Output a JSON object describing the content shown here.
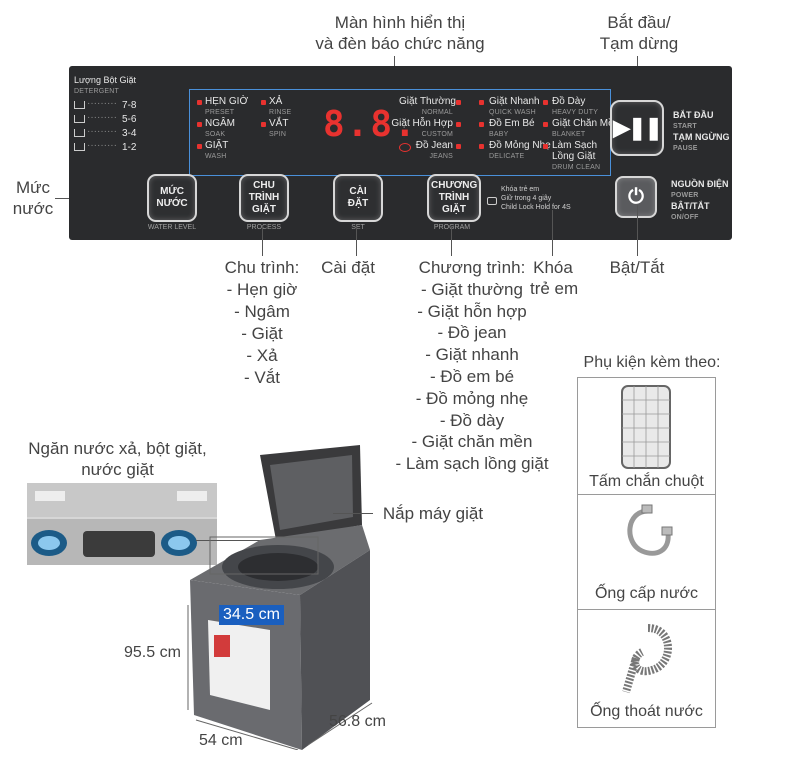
{
  "callouts": {
    "display": [
      "Màn hình hiển thị",
      "và đèn báo chức năng"
    ],
    "start_pause": [
      "Bắt đầu/",
      "Tạm dừng"
    ],
    "water_level": [
      "Mức",
      "nước"
    ],
    "cycle": [
      "Chu trình:",
      "- Hẹn giờ",
      "- Ngâm",
      "- Giặt",
      "- Xả",
      "- Vắt"
    ],
    "setting": "Cài đặt",
    "program": [
      "Chương trình:",
      "- Giặt thường",
      "- Giặt hỗn hợp",
      "- Đồ jean",
      "- Giặt nhanh",
      "- Đồ em bé",
      "- Đồ mỏng nhẹ",
      "- Đồ dày",
      "- Giặt chăn mền",
      "- Làm sạch lồng giặt"
    ],
    "child_lock": [
      "Khóa",
      "trẻ em"
    ],
    "power": "Bật/Tắt",
    "drawer": [
      "Ngăn nước xả, bột giặt,",
      "nước giặt"
    ],
    "lid": "Nắp máy giặt"
  },
  "panel": {
    "detergent": {
      "title": "Lượng Bột Giặt",
      "subtitle": "DETERGENT",
      "rows": [
        {
          "dots": "·········",
          "value": "7-8"
        },
        {
          "dots": "·········",
          "value": "5-6"
        },
        {
          "dots": "·········",
          "value": "3-4"
        },
        {
          "dots": "·········",
          "value": "1-2"
        }
      ]
    },
    "left_functions": [
      {
        "label": "HẸN GIỜ",
        "sub": "PRESET"
      },
      {
        "label": "NGÂM",
        "sub": "SOAK"
      },
      {
        "label": "GIẶT",
        "sub": "WASH"
      },
      {
        "label": "XẢ",
        "sub": "RINSE"
      },
      {
        "label": "VẮT",
        "sub": "SPIN"
      }
    ],
    "display_digits": "8.8.",
    "programs": [
      {
        "label": "Giặt Thường",
        "sub": "NORMAL"
      },
      {
        "label": "Giặt Hỗn Hợp",
        "sub": "CUSTOM"
      },
      {
        "label": "Đồ Jean",
        "sub": "JEANS"
      },
      {
        "label": "Giặt Nhanh",
        "sub": "QUICK WASH"
      },
      {
        "label": "Đồ Em Bé",
        "sub": "BABY"
      },
      {
        "label": "Đồ Mỏng Nhẹ",
        "sub": "DELICATE"
      },
      {
        "label": "Đồ Dày",
        "sub": "HEAVY DUTY"
      },
      {
        "label": "Giặt Chăn Mền",
        "sub": "BLANKET"
      },
      {
        "label": "Làm Sạch Lồng Giặt",
        "sub": "DRUM CLEAN"
      }
    ],
    "buttons": {
      "water": {
        "label": "MỨC NƯỚC",
        "sub": "WATER LEVEL"
      },
      "process": {
        "label": "CHU TRÌNH GIẶT",
        "sub": "PROCESS"
      },
      "set": {
        "label": "CÀI ĐẶT",
        "sub": "SET"
      },
      "program": {
        "label": "CHƯƠNG TRÌNH GIẶT",
        "sub": "PROGRAM"
      }
    },
    "child_lock_note": [
      "Khóa trẻ em",
      "Giữ trong 4 giây",
      "Child Lock Hold for 4S"
    ],
    "start": {
      "label": "BẮT ĐẦU",
      "sub": "START",
      "label2": "TẠM NGỪNG",
      "sub2": "PAUSE"
    },
    "power": {
      "label": "NGUỒN ĐIỆN",
      "sub": "POWER",
      "label2": "BẬT/TẮT",
      "sub2": "ON/OFF"
    }
  },
  "dimensions": {
    "depth_top": "34.5 cm",
    "height": "95.5 cm",
    "width": "54 cm",
    "depth": "56.8 cm"
  },
  "accessories": {
    "title": "Phụ kiện kèm theo:",
    "items": [
      "Tấm chắn chuột",
      "Ống cấp nước",
      "Ống thoát nước"
    ]
  },
  "colors": {
    "panel": "#2a2b2d",
    "led": "#e8322f",
    "highlight": "#1a5fbf"
  }
}
